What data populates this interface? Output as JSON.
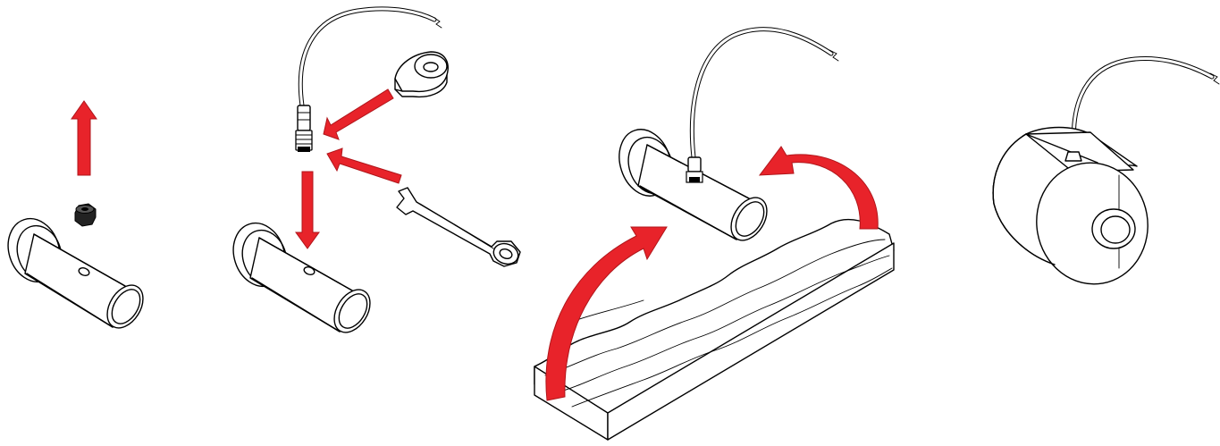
{
  "figure": {
    "steps": [
      {
        "id": "step-1",
        "description_visible": false
      },
      {
        "id": "step-2",
        "description_visible": false
      },
      {
        "id": "step-3",
        "description_visible": false
      },
      {
        "id": "step-4",
        "description_visible": false
      }
    ],
    "colors": {
      "arrow_fill": "#e8232a",
      "arrow_stroke": "#b0161b",
      "line": "#000000",
      "background": "#ffffff"
    },
    "icons": [
      "nut-icon",
      "sensor-cable-icon",
      "ring-terminal-icon",
      "wrench-icon",
      "pipe-sleeve-icon",
      "insulation-block-icon",
      "insulated-cylinder-icon"
    ]
  }
}
